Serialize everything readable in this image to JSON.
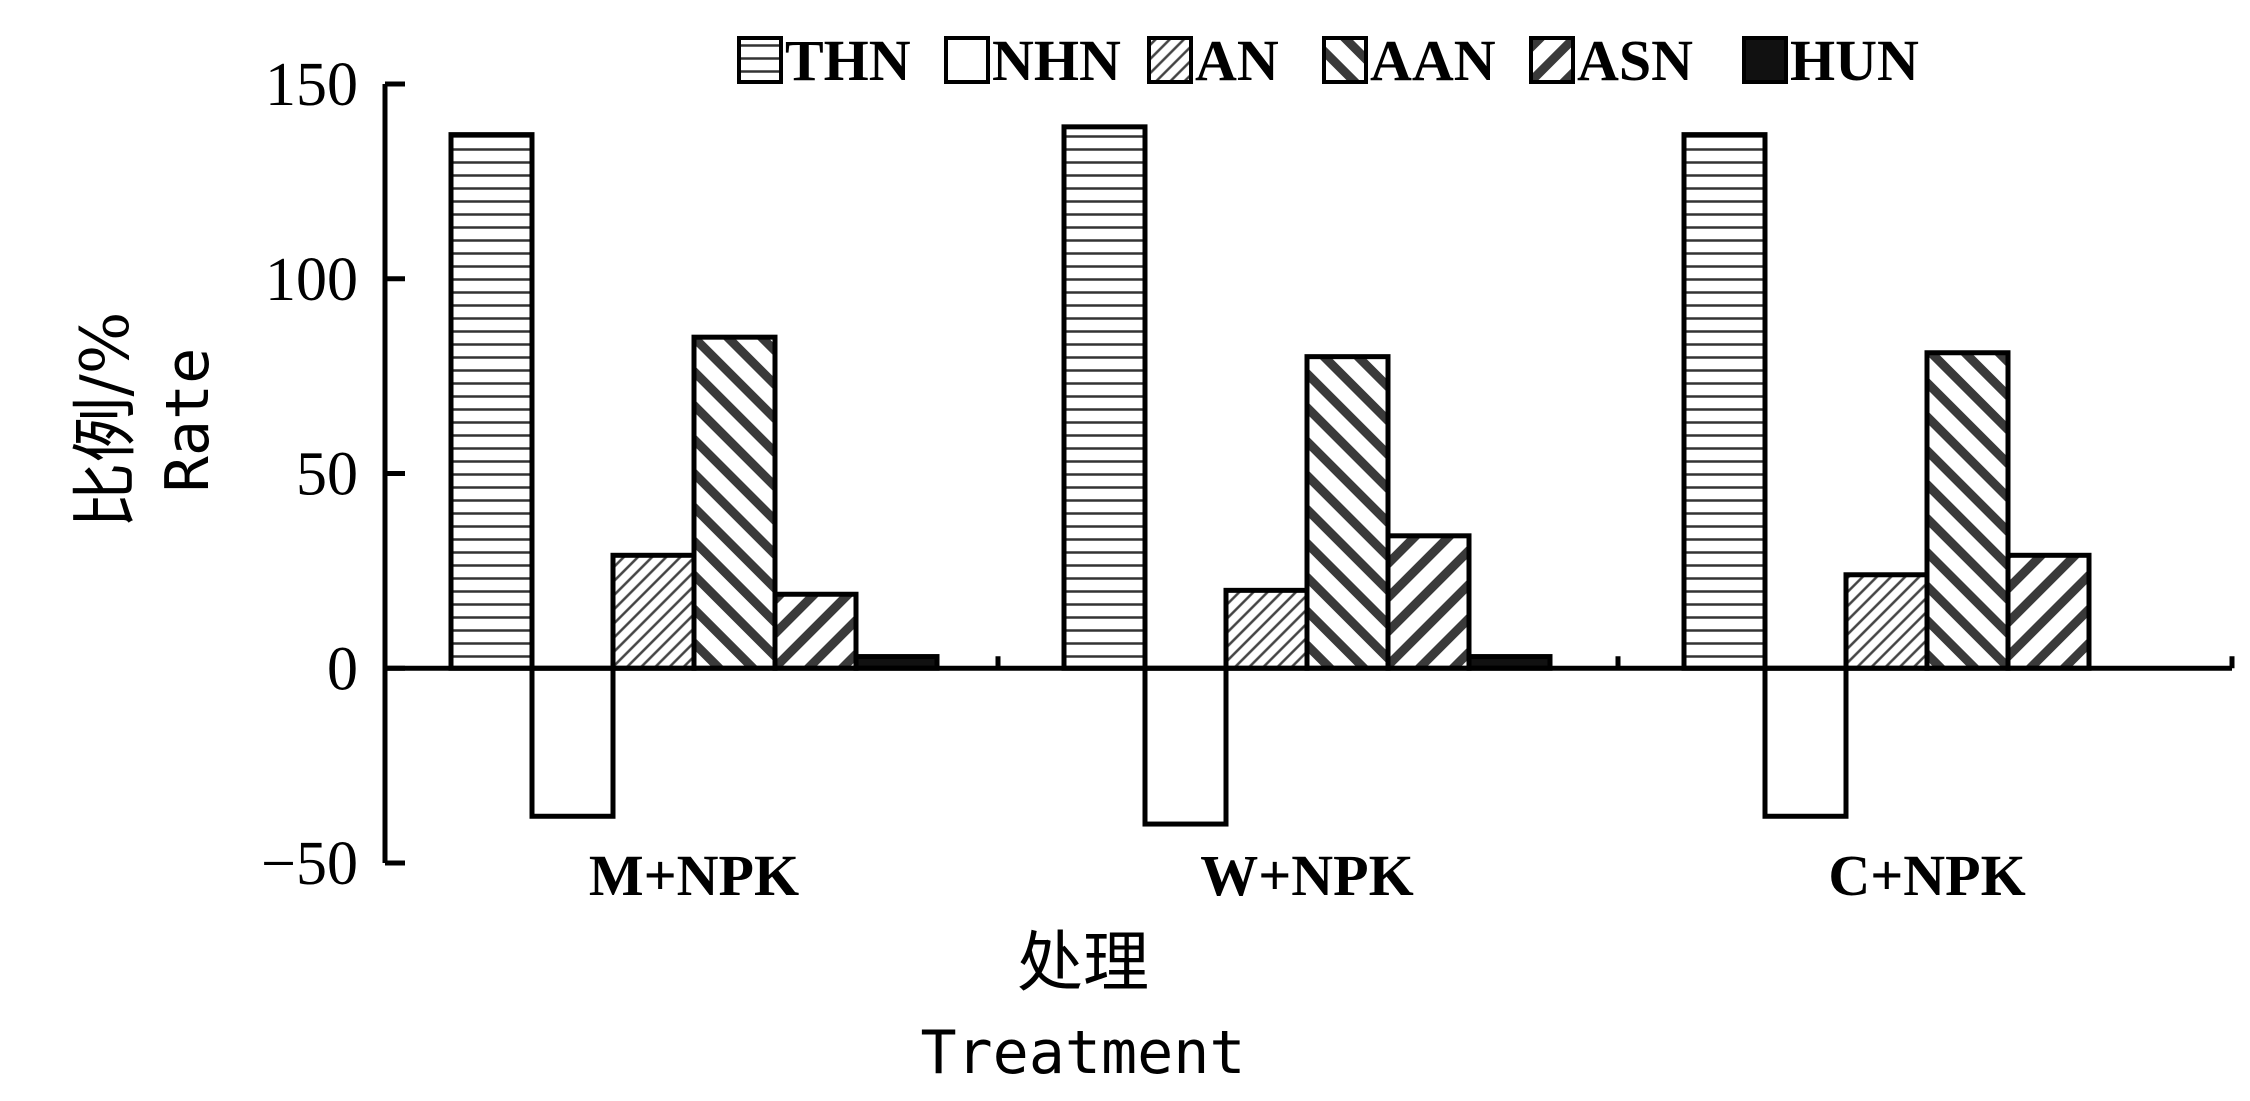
{
  "chart_data": {
    "type": "bar",
    "categories": [
      "M+NPK",
      "W+NPK",
      "C+NPK"
    ],
    "series": [
      {
        "name": "THN",
        "values": [
          137,
          139,
          137
        ],
        "pattern": "horizontal-lines"
      },
      {
        "name": "NHN",
        "values": [
          -38,
          -40,
          -38
        ],
        "pattern": "empty"
      },
      {
        "name": "AN",
        "values": [
          29,
          20,
          24
        ],
        "pattern": "fine-diagonal"
      },
      {
        "name": "AAN",
        "values": [
          85,
          80,
          81
        ],
        "pattern": "back-diagonal"
      },
      {
        "name": "ASN",
        "values": [
          19,
          34,
          29
        ],
        "pattern": "forward-diagonal"
      },
      {
        "name": "HUN",
        "values": [
          3,
          3,
          0
        ],
        "pattern": "solid"
      }
    ],
    "ylabel_cn": "比例/%",
    "ylabel_en": "Rate",
    "xlabel_cn": "处理",
    "xlabel_en": "Treatment",
    "yticks": [
      -50,
      0,
      50,
      100,
      150
    ],
    "ylim": [
      -50,
      150
    ],
    "legend_position": "top",
    "grid": false,
    "colors": {
      "bar_fill": "#ffffff",
      "stroke": "#000000",
      "hatch": "#333333",
      "solid": "#111111"
    }
  }
}
